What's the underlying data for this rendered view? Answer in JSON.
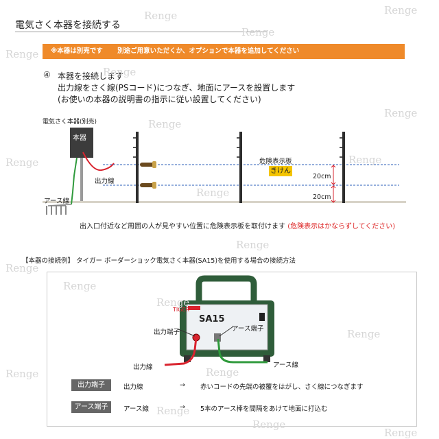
{
  "page": {
    "title": "電気さく本器を接続する",
    "notice": {
      "left": "※本器は別売です",
      "right": "別途ご用意いただくか、オプションで本器を追加してください"
    },
    "step": {
      "number": "④",
      "heading": "本器を接続します",
      "lines": [
        "出力線をさく線(PSコード)につなぎ、地面にアースを設置します",
        "(お使いの本器の説明書の指示に従い設置してください)"
      ]
    }
  },
  "diagram": {
    "unit_caption": "電気さく本器(別売)",
    "unit_label": "本器",
    "output_wire_label": "出力線",
    "earth_wire_label": "アース線",
    "sign_caption": "危険表示板",
    "sign_text": "きけん",
    "spacing_top": "20cm",
    "spacing_bottom": "20cm",
    "bottom_caption": "出入口付近など周囲の人が見やすい位置に危険表示板を取付けます",
    "bottom_caption_red": "(危険表示はかならずしてください)"
  },
  "example": {
    "heading": "【本器の接続例】 タイガー ボーダーショック電気さく本器(SA15)を使用する場合の接続方法",
    "device_brand": "TIGER",
    "device_model": "SA15",
    "output_terminal_label": "出力端子",
    "earth_terminal_label": "アース端子",
    "output_wire_label": "出力線",
    "earth_wire_label": "アース線",
    "rows": [
      {
        "badge": "出力端子",
        "wire": "出力線",
        "arrow": "→",
        "desc": "赤いコードの先端の被覆をはがし、さく線につなぎます"
      },
      {
        "badge": "アース端子",
        "wire": "アース線",
        "arrow": "→",
        "desc": "5本のアース棒を間隔をあけて地面に打込む"
      }
    ]
  },
  "watermark": "Renge",
  "colors": {
    "accent_orange": "#ef8a2a",
    "sign_yellow": "#f4c400",
    "output_wire_red": "#d9232e",
    "earth_wire_green": "#2f9a3c",
    "fence_blue": "#2b5fb8",
    "device_green": "#2f5d3a"
  }
}
